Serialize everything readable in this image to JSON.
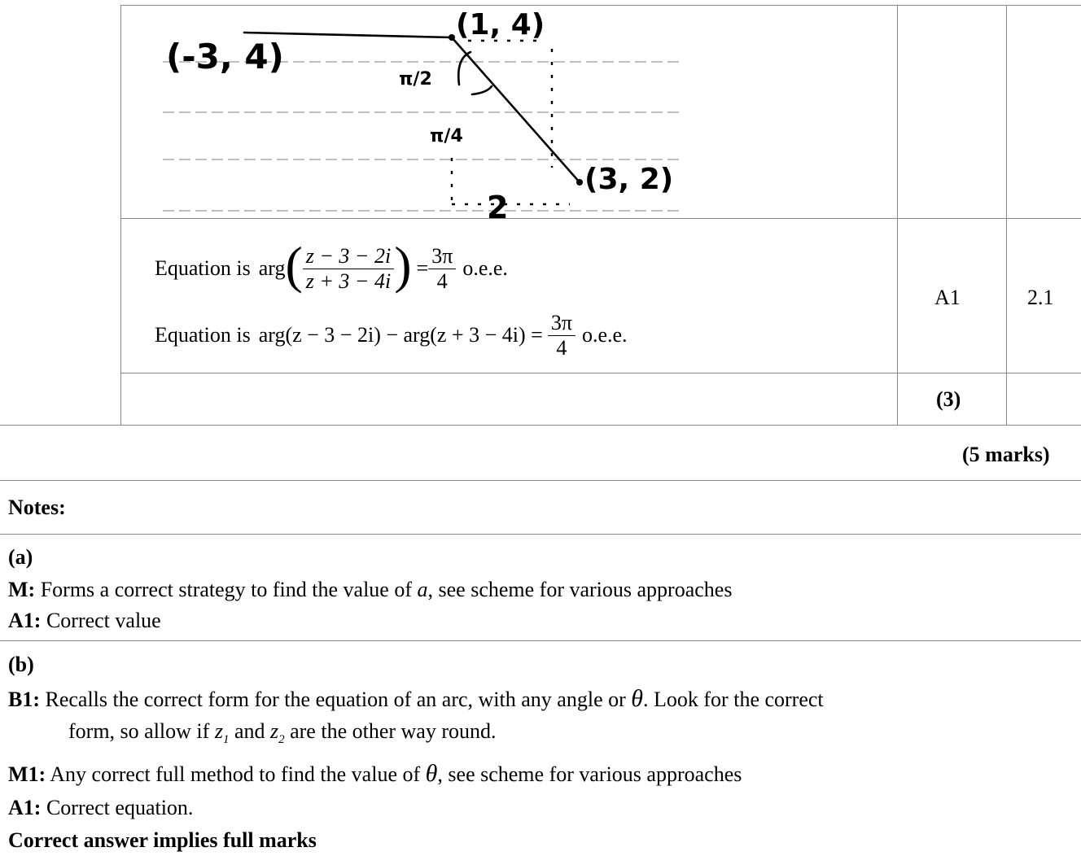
{
  "sketch": {
    "points": {
      "left": "(-3, 4)",
      "top": "(1, 4)",
      "right": "(3, 2)"
    },
    "angle_right": "π/2",
    "angle_quarter": "π/4",
    "width_label": "2"
  },
  "answer": {
    "eq1_prefix": "Equation is",
    "eq1_arg": "arg",
    "eq1_num": "z − 3 − 2i",
    "eq1_den": "z + 3 − 4i",
    "eq1_eq": "=",
    "eq1_rhs_num": "3π",
    "eq1_rhs_den": "4",
    "eq1_oee": "o.e.e.",
    "eq2_prefix": "Equation is",
    "eq2_body": "arg(z − 3 − 2i) − arg(z + 3 − 4i) =",
    "eq2_rhs_num": "3π",
    "eq2_rhs_den": "4",
    "eq2_oee": "o.e.e.",
    "mark": "A1",
    "ao": "2.1",
    "subtotal": "(3)"
  },
  "total": "(5 marks)",
  "notes": {
    "heading": "Notes:",
    "part_a": "(a)",
    "a_m_label": "M:",
    "a_m_text_1": "Forms a correct strategy to find the value of",
    "a_m_var": "a",
    "a_m_text_2": ", see scheme for various approaches",
    "a_a1_label": "A1:",
    "a_a1_text": "Correct value",
    "part_b": "(b)",
    "b_b1_label": "B1:",
    "b_b1_text_1": "Recalls the correct form for the equation of an arc, with any angle or",
    "b_b1_theta": "θ",
    "b_b1_text_2": ". Look for the correct",
    "b_b1_line2_a": "form, so allow if",
    "b_b1_z": "z",
    "b_b1_sub1": "1",
    "b_b1_and": "and",
    "b_b1_sub2": "2",
    "b_b1_line2_b": "are the other way round.",
    "b_m1_label": "M1:",
    "b_m1_text_1": "Any correct full method to find the value of",
    "b_m1_theta": "θ",
    "b_m1_text_2": ", see scheme for various approaches",
    "b_a1_label": "A1:",
    "b_a1_text": "Correct equation.",
    "final": "Correct answer implies full marks"
  }
}
